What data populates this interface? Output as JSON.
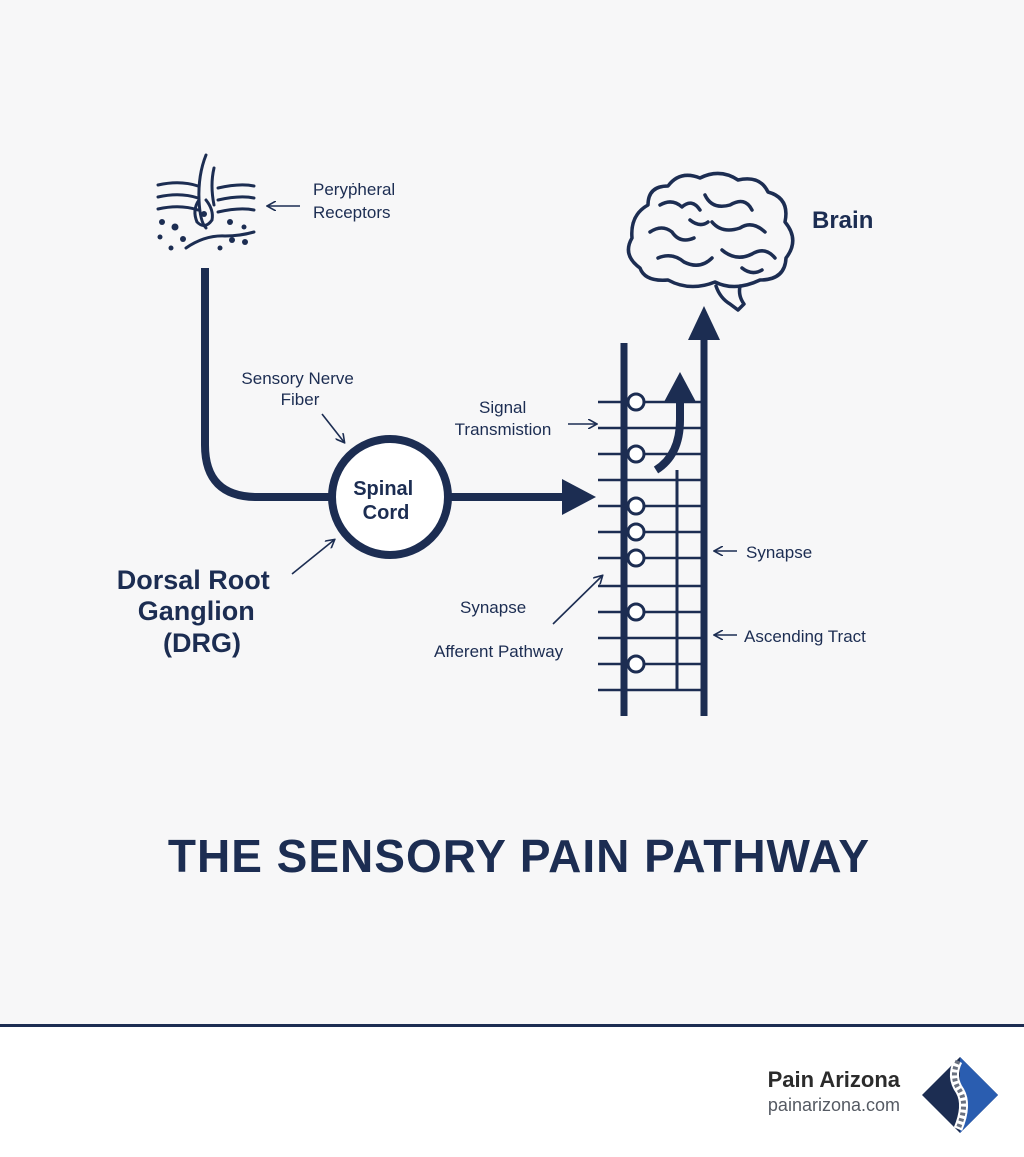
{
  "labels": {
    "peripheral_receptors": [
      "Peryṗheral",
      "Receptors"
    ],
    "brain": "Brain",
    "sensory_nerve_fiber": [
      "Sensory Nerve",
      "Fiber"
    ],
    "signal_transmission": [
      "Signal",
      "Transmistion"
    ],
    "spinal_cord": [
      "Spinal",
      "Cord"
    ],
    "synapse_right": "Synapse",
    "dorsal_root_ganglion": [
      "Dorsal Root",
      "Ganglion",
      "(DRG)"
    ],
    "synapse_left": "Synapse",
    "afferent_pathway": "Afferent Pathway",
    "ascending_tract": "Ascending Tract"
  },
  "title": "THE SENSORY PAIN PATHWAY",
  "footer": {
    "brand_name": "Pain Arizona",
    "brand_url": "painarizona.com",
    "logo_icon": "spine-diamond-icon"
  },
  "colors": {
    "navy": "#1c2d52",
    "accent_blue": "#2a5db0",
    "background": "#f7f7f8"
  }
}
